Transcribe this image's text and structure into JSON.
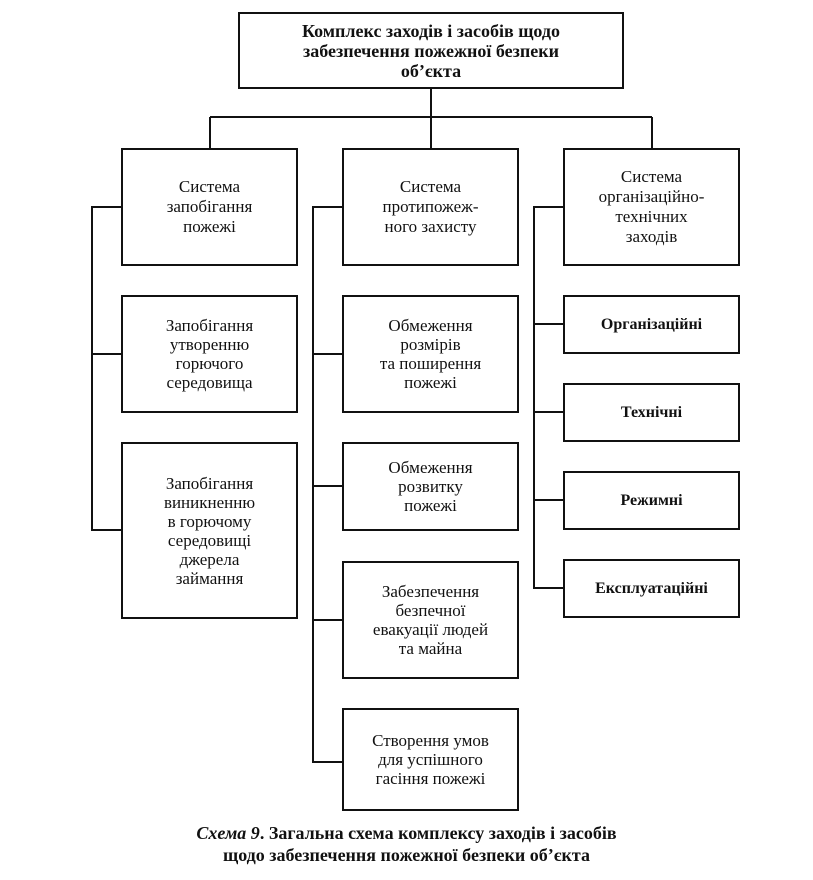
{
  "root": {
    "text": "Комплекс заходів і засобів щодо\nзабезпечення пожежної безпеки\nоб’єкта"
  },
  "columns": [
    {
      "title": "Система\nзапобігання\nпожежі",
      "items": [
        "Запобігання\nутворенню\nгорючого\nсередовища",
        "Запобігання\nвиникненню\nв горючому\nсередовищі\nджерела\nзаймання"
      ]
    },
    {
      "title": "Система\nпротипожеж-\nного захисту",
      "items": [
        "Обмеження\nрозмірів\nта поширення\nпожежі",
        "Обмеження\nрозвитку\nпожежі",
        "Забезпечення\nбезпечної\nевакуації людей\nта майна",
        "Створення умов\nдля успішного\nгасіння пожежі"
      ]
    },
    {
      "title": "Система\nорганізаційно-\nтехнічних\nзаходів",
      "items": [
        "Організаційні",
        "Технічні",
        "Режимні",
        "Експлуатаційні"
      ]
    }
  ],
  "caption": {
    "label": "Схема 9",
    "line1": ". Загальна схема комплексу заходів і засобів",
    "line2": "щодо забезпечення пожежної безпеки об’єкта"
  },
  "colors": {
    "line": "#111111",
    "background": "#ffffff"
  }
}
